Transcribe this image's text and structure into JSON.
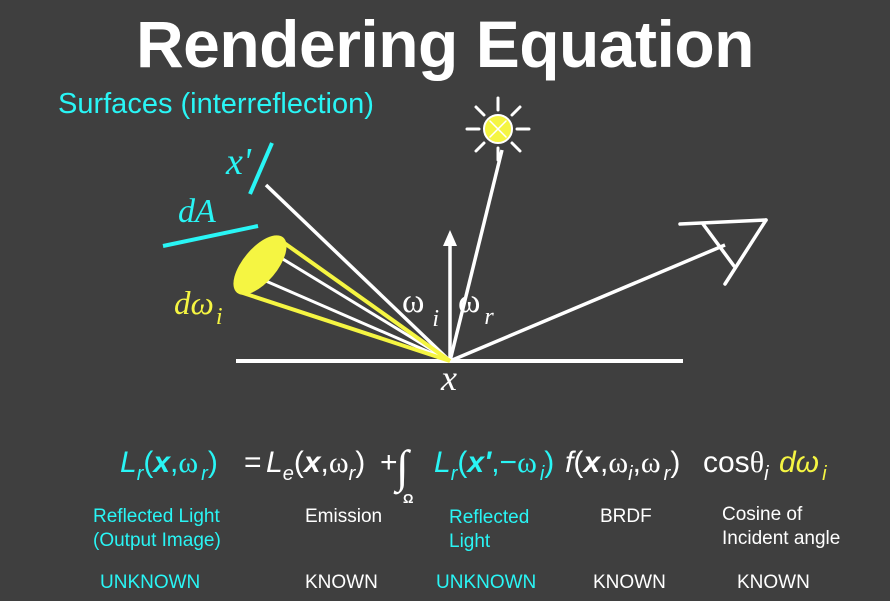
{
  "slide": {
    "title": "Rendering Equation",
    "subtitle": "Surfaces (interreflection)"
  },
  "diagram": {
    "surface_point_label": "x",
    "other_point_label": "x'",
    "area_label": "dA",
    "solid_angle_label": "dω",
    "solid_angle_sub": "i",
    "incident_angle_label": "ω",
    "incident_angle_sub": "i",
    "reflected_angle_label": "ω",
    "reflected_angle_sub": "r"
  },
  "equation": {
    "lhs_L": "L",
    "lhs_sub": "r",
    "lhs_open": "(",
    "lhs_x": "x",
    "lhs_comma": ",",
    "lhs_omega": "ω",
    "lhs_omega_sub": "r",
    "lhs_close": ")",
    "equals": "=",
    "le_L": "L",
    "le_sub": "e",
    "le_open": "(",
    "le_x": "x",
    "le_comma": ",",
    "le_omega": "ω",
    "le_omega_sub": "r",
    "le_close": ")",
    "plus": "+",
    "integral": "∫",
    "integral_domain": "Ω",
    "refl_L": "L",
    "refl_sub": "r",
    "refl_open": "(",
    "refl_x": "x'",
    "refl_comma": ",",
    "refl_minus": "−",
    "refl_omega": "ω",
    "refl_omega_sub": "i",
    "refl_close": ")",
    "brdf_f": "f",
    "brdf_open": "(",
    "brdf_x": "x",
    "brdf_comma1": ",",
    "brdf_omega_i": "ω",
    "brdf_omega_i_sub": "i",
    "brdf_comma2": ",",
    "brdf_omega_r": "ω",
    "brdf_omega_r_sub": "r",
    "brdf_close": ")",
    "cos": "cos",
    "theta": "θ",
    "theta_sub": "i",
    "d_omega": "dω",
    "d_omega_sub": "i"
  },
  "terms": [
    {
      "label_line1": "Reflected Light",
      "label_line2": "(Output Image)",
      "status": "UNKNOWN"
    },
    {
      "label_line1": "Emission",
      "label_line2": "",
      "status": "KNOWN"
    },
    {
      "label_line1": "Reflected",
      "label_line2": "Light",
      "status": "UNKNOWN"
    },
    {
      "label_line1": "BRDF",
      "label_line2": "",
      "status": "KNOWN"
    },
    {
      "label_line1": "Cosine of",
      "label_line2": "Incident angle",
      "status": "KNOWN"
    }
  ],
  "colors": {
    "background": "#3f3f3f",
    "cyan": "#29f5f5",
    "yellow": "#f5f542",
    "white": "#ffffff"
  }
}
